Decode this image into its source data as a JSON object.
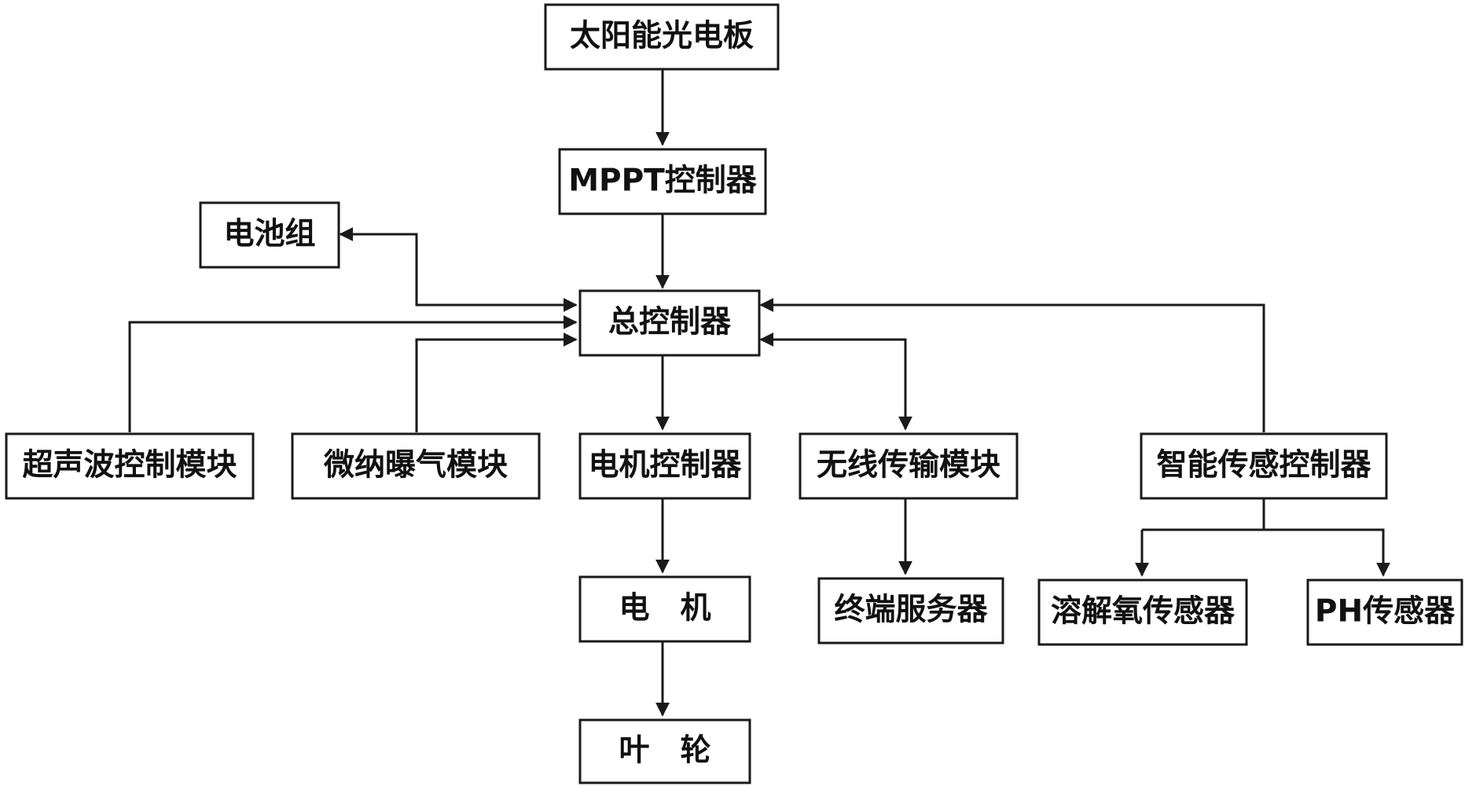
{
  "nodes": {
    "solar_panel": "太阳能光电板",
    "mppt_controller": "MPPT控制器",
    "battery_pack": "电池组",
    "master_controller": "总控制器",
    "ultrasonic_module": "超声波控制模块",
    "micro_nano_aeration": "微纳曝气模块",
    "motor_controller": "电机控制器",
    "wireless_module": "无线传输模块",
    "smart_sensor_controller": "智能传感控制器",
    "motor": "电　机",
    "terminal_server": "终端服务器",
    "do_sensor": "溶解氧传感器",
    "ph_sensor": "PH传感器",
    "impeller": "叶　轮"
  }
}
